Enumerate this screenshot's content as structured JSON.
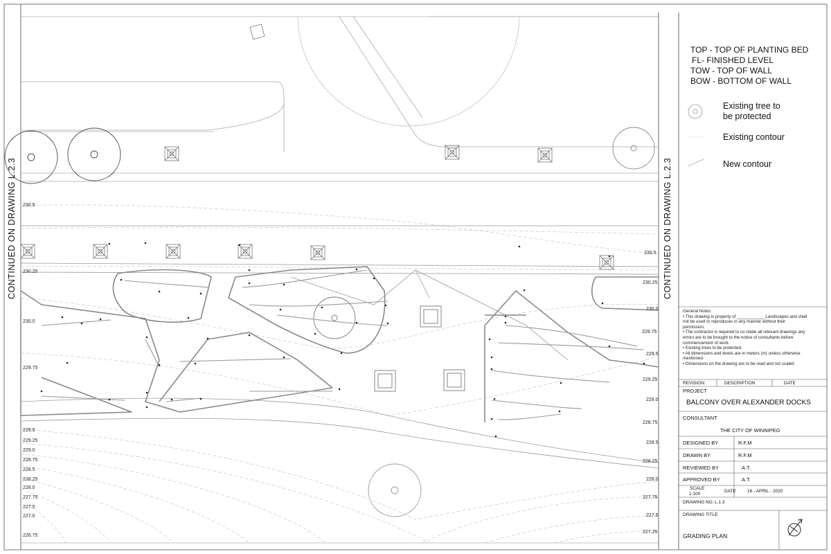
{
  "continuation": {
    "left_label": "CONTINUED ON DRAWING L.2.3",
    "right_label": "CONTINUED ON DRAWING L.2.3"
  },
  "legend": {
    "abbreviations": [
      "TOP - TOP OF PLANTING BED",
      "FL- FINISHED LEVEL",
      "TOW - TOP OF WALL",
      "BOW - BOTTOM OF WALL"
    ],
    "tree_line1": "Existing tree to",
    "tree_line2": "be protected",
    "existing_contour": "Existing contour",
    "new_contour": "New contour",
    "tree_icon": "tree-circle-icon"
  },
  "contours": {
    "left": [
      "230.5",
      "230.25",
      "230.0",
      "229.75",
      "229.5",
      "229.25",
      "229.0",
      "228.75",
      "228.5",
      "228.25",
      "228.0",
      "227.75",
      "227.5",
      "227.0",
      "226.75"
    ],
    "right": [
      "230.5",
      "230.25",
      "230.0",
      "229.75",
      "229.5",
      "229.25",
      "229.0",
      "228.75",
      "228.5",
      "228.25",
      "228.0",
      "227.75",
      "227.5",
      "227.25"
    ]
  },
  "general_notes": {
    "title": "General Notes:",
    "items": [
      "This drawing is property of ____________Landscapes and shall not be used or reproduces in any manner without their permission.",
      "The contractor is required to co relate all relevant drawings any errors are to be brought to the notice of consultants before commencement of work.",
      "Existing trees to be protected.",
      "All dimensions and levels are in meters (m) unless otherwise mentioned.",
      "Dimensions on the drawing are to be read and not scaled"
    ]
  },
  "title_block": {
    "revision": "REVISION",
    "description": "DESCRIPTION",
    "date_header": "DATE",
    "project_label": "PROJECT",
    "project_name": "BALCONY OVER ALEXANDER DOCKS",
    "consultant_label": "CONSULTANT",
    "consultant_name": "THE CITY OF WINNIPEG",
    "designed_label": "DESIGNED BY",
    "designed_value": "R.F.M",
    "drawn_label": "DRAWN  BY",
    "drawn_value": "R.F.M",
    "reviewed_label": "REVIEWED BY",
    "reviewed_value": "A.T.",
    "approved_label": "APPROVED BY",
    "approved_value": "A.T.",
    "scale_label": "SCALE",
    "scale_value": "1:100",
    "date_label": "DATE",
    "date_value": "16 - APRIL - 2020",
    "drawing_no_label": "DRAWING NO.",
    "drawing_no_value": "L.1.3",
    "drawing_title_label": "DRAWING TITLE",
    "drawing_title_value": "GRADING PLAN",
    "north_icon": "north-arrow-icon"
  }
}
